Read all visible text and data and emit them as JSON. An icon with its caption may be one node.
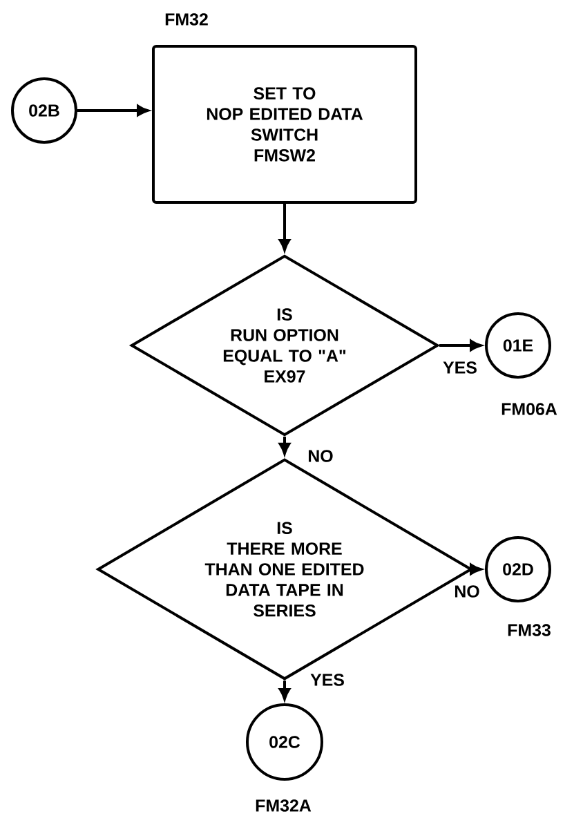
{
  "diagram": {
    "nodes": [
      {
        "text": [
          "02B"
        ]
      },
      {
        "text": [
          "SET TO NOP EDITED DATA SWITCH FMSW2"
        ],
        "beside": [
          "FM32"
        ]
      },
      {
        "text": [
          "IS RUN OPTION EQUAL TO \"A\" EX97"
        ]
      },
      {
        "text": [
          "01E"
        ],
        "beside": [
          "FM06A"
        ]
      },
      {
        "text": [
          "IS THERE MORE THAN ONE EDITED DATA TAPE IN SERIES"
        ]
      },
      {
        "text": [
          "02D"
        ],
        "beside": [
          "FM33"
        ]
      },
      {
        "text": [
          "02C"
        ],
        "beside": [
          "FM32A"
        ]
      }
    ],
    "edges": [
      {
        "from": 0,
        "to": 1,
        "arrow": "to"
      },
      {
        "from": 1,
        "to": 2,
        "arrow": "to"
      },
      {
        "from": 2,
        "to": 3,
        "arrow": "to",
        "label": "YES"
      },
      {
        "from": 2,
        "to": 4,
        "arrow": "to",
        "label": "NO"
      },
      {
        "from": 4,
        "to": 5,
        "arrow": "to",
        "label": "NO"
      },
      {
        "from": 4,
        "to": 6,
        "arrow": "to",
        "label": "YES"
      }
    ]
  }
}
